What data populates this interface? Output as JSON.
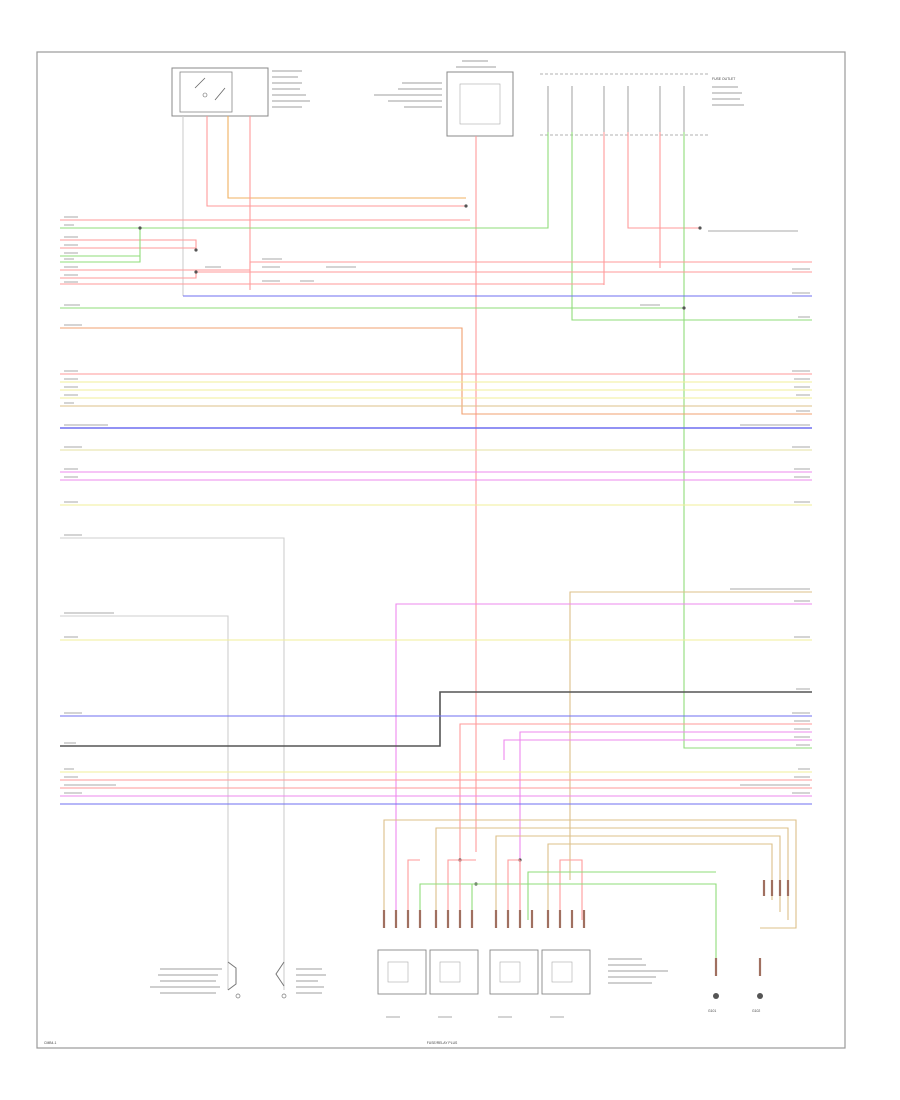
{
  "footer": {
    "left_code": "CMB4-1",
    "center_caption": "FUSE/RELAY PLUS"
  },
  "right_components": {
    "caption": "FUSE OUTLET"
  },
  "grounds": [
    {
      "label": "G101"
    },
    {
      "label": "G102"
    }
  ],
  "wire_colors": {
    "red": "#ff9a9a",
    "green": "#8fdc7a",
    "blue": "#6f6ff0",
    "yellow": "#f2ef9a",
    "violet": "#ee88ee",
    "tan": "#dcc08a",
    "black": "#555555",
    "gray": "#cfcfcf",
    "orange": "#f0b060"
  }
}
